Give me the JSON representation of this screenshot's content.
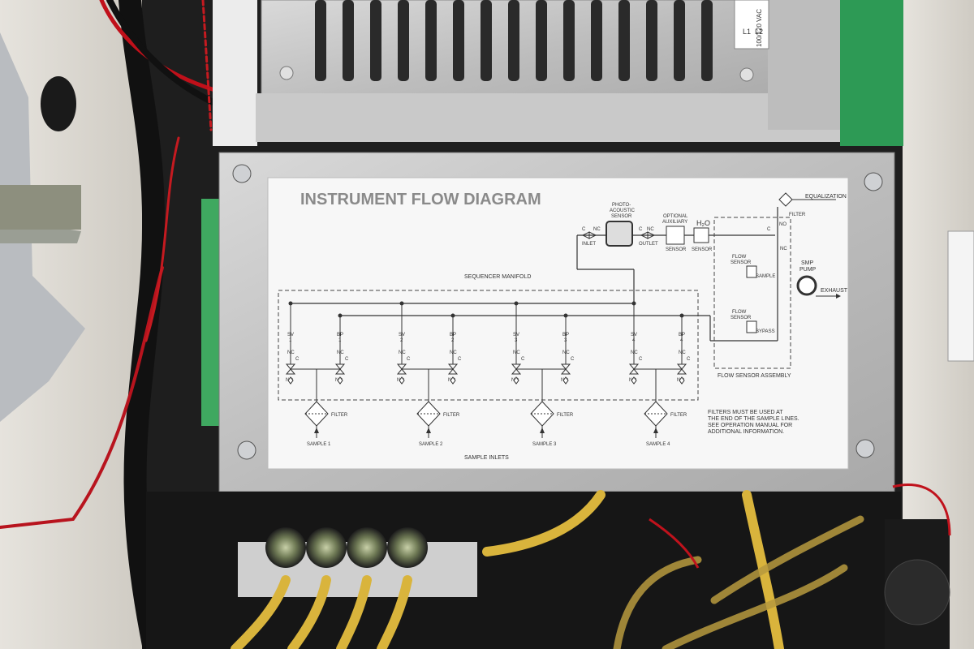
{
  "power_supply": {
    "terminal_labels": [
      "L1",
      "L2",
      "100/120 VAC"
    ]
  },
  "panel": {
    "title": "INSTRUMENT FLOW DIAGRAM",
    "manifold_label": "SEQUENCER MANIFOLD",
    "sample_inlets_label": "SAMPLE INLETS",
    "flow_sensor_assembly_label": "FLOW SENSOR ASSEMBLY",
    "note_lines": [
      "FILTERS MUST BE USED AT",
      "THE END OF THE SAMPLE LINES.",
      "SEE OPERATION MANUAL FOR",
      "ADDITIONAL INFORMATION."
    ],
    "top_chain": {
      "inlet": "INLET",
      "outlet": "OUTLET",
      "photo_acoustic_sensor": [
        "PHOTO-",
        "ACOUSTIC",
        "SENSOR"
      ],
      "optional_sensor": [
        "OPTIONAL",
        "AUXILIARY",
        "SENSOR"
      ],
      "h2o": "H₂O",
      "h2o_sensor": "SENSOR",
      "c": "C",
      "nc": "NC",
      "no": "NO"
    },
    "right_side": {
      "equalization": "EQUALIZATION",
      "filter": "FILTER",
      "smp_pump": [
        "SMP",
        "PUMP"
      ],
      "exhaust": "EXHAUST",
      "flow_sensor": [
        "FLOW",
        "SENSOR"
      ],
      "sample": "SAMPLE",
      "bypass": "BYPASS"
    },
    "valves": [
      {
        "name": "SV",
        "num": "1"
      },
      {
        "name": "BP",
        "num": "1"
      },
      {
        "name": "SV",
        "num": "2"
      },
      {
        "name": "BP",
        "num": "2"
      },
      {
        "name": "SV",
        "num": "3"
      },
      {
        "name": "BP",
        "num": "3"
      },
      {
        "name": "SV",
        "num": "4"
      },
      {
        "name": "BP",
        "num": "4"
      }
    ],
    "valve_ports": {
      "nc": "NC",
      "c": "C",
      "no": "NO"
    },
    "samples": [
      {
        "filter": "FILTER",
        "label": "SAMPLE 1"
      },
      {
        "filter": "FILTER",
        "label": "SAMPLE 2"
      },
      {
        "filter": "FILTER",
        "label": "SAMPLE 3"
      },
      {
        "filter": "FILTER",
        "label": "SAMPLE 4"
      }
    ]
  }
}
